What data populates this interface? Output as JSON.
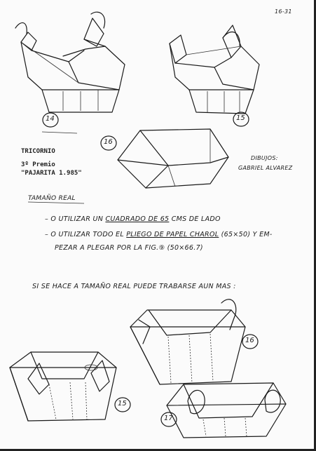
{
  "page_number": "16-31",
  "fig_labels": [
    "14",
    "15",
    "16",
    "16",
    "15",
    "17"
  ],
  "title_block": {
    "title": "TRICORNIO",
    "award": "3º Premio",
    "event": "\"PAJARITA 1.985\""
  },
  "credits": {
    "label": "DIBUJOS:",
    "name": "GABRIEL ALVAREZ"
  },
  "notes": {
    "heading": "TAMAÑO REAL",
    "line1_prefix": "– O UTILIZAR UN",
    "line1_u": "CUADRADO DE 65",
    "line1_suffix": "CMS DE LADO",
    "line2_prefix": "– O UTILIZAR TODO EL",
    "line2_u": "PLIEGO DE PAPEL CHAROL",
    "line2_suffix": "(65×50) Y EM-",
    "line3": "PEZAR A PLEGAR POR LA FIG.⑨ (50×66.7)"
  },
  "caption": "SI SE HACE A TAMAÑO REAL PUEDE TRABARSE AUN MAS :"
}
